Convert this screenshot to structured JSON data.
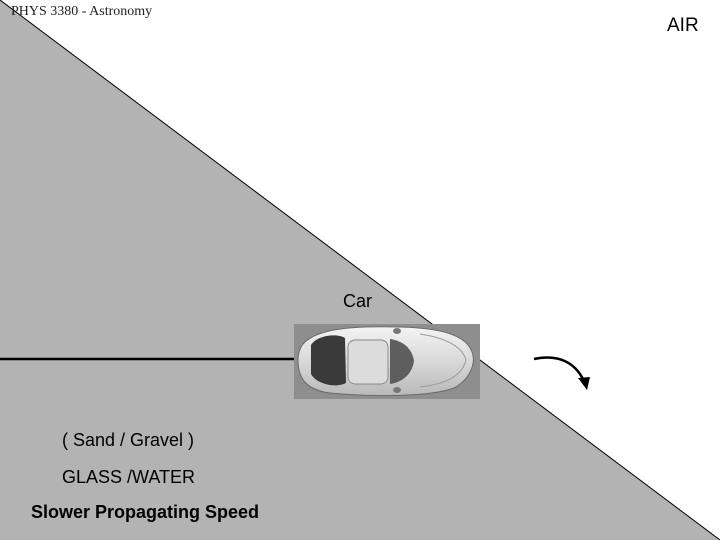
{
  "header": {
    "course_title": "PHYS 3380 - Astronomy"
  },
  "regions": {
    "air_label": "AIR",
    "medium_examples": "( Sand / Gravel )",
    "medium_label": "GLASS /WATER",
    "speed_note": "Slower Propagating Speed"
  },
  "car": {
    "label": "Car"
  },
  "colors": {
    "slow_medium": "#b3b3b3",
    "air": "#ffffff",
    "car_body": "#d9d9d9",
    "car_panel": "#5e5e5e",
    "line": "#000000"
  },
  "icons": {
    "turn_arrow": "curved-arrow-down-right-icon"
  }
}
